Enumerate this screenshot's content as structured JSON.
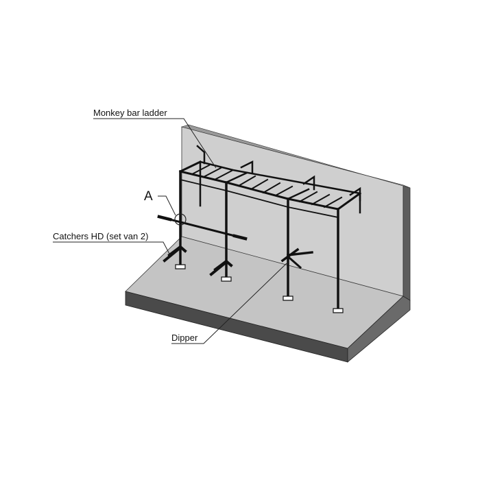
{
  "labels": {
    "monkey_bar_ladder": "Monkey bar ladder",
    "detail_marker": "A",
    "catchers": "Catchers HD (set van 2)",
    "dipper": "Dipper"
  },
  "colors": {
    "background": "#ffffff",
    "wall_face": "#cfcfcf",
    "wall_side": "#5d5d5d",
    "floor_top": "#c4c4c4",
    "floor_front": "#4a4a4a",
    "floor_side": "#6a6a6a",
    "steel": "#111111",
    "leader_line": "#222222"
  }
}
